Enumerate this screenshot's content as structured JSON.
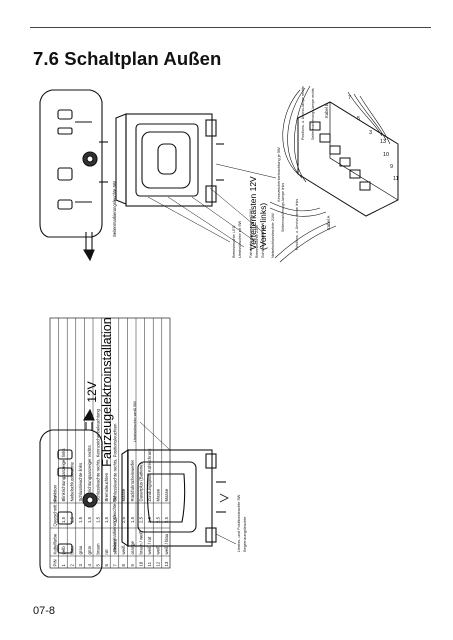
{
  "header": {
    "section_title": "7.6 Schaltplan Außen"
  },
  "footer": {
    "page_number": "07-8"
  },
  "diagram": {
    "center_voltage": "12V",
    "center_title": "Fahrzeugelektroinstallation",
    "box_title_line1": "Verteilerkasten 12V",
    "box_title_line2": "(Vorne links)",
    "labels": {
      "seitenmarkierung_1": "Seitenmarkierungsleuchte 5W",
      "seitenmarkierung_2": "Seitenmarkierungsleuchte 5W",
      "seitenmarkierung_3": "Seitenmarkierungsleuchte 5W",
      "bremsleuchte": "Bremsleuchte LED",
      "umrissleuchte": "Umrissleuchte rot 5W",
      "fahrtrichtung": "Fahrtrichtungsanzeiger 21W",
      "bremsleuchte2": "Bremsleuchte 21W",
      "schlussleuchte": "Schlussleuchte 10W",
      "nebelschluss": "Nebelschlussleuchte 21W",
      "kennzeichen": "Kennzeichenbeleuchtung je 5W",
      "umrissleuchte_weiss": "Umrissleuchte weiß 5W",
      "umriss_positionsleuchte": "Umriss- und Positionsleuchte 5W",
      "begrenzung": "Begrenzungsleuchte",
      "positions_rechts": "Positions- u. Umriss-lampe rechts",
      "seitenmarkierung_rechts": "Seitenmarkierungs-lampe rechts",
      "seitenmarkierung_links": "Seitenmarkierungs-lampe links",
      "positions_links": "Positions- u. Umriss-lampe links",
      "kabel_b": "Kabel B",
      "kabel_a": "Kabel A"
    },
    "box_numbers": [
      "7",
      "5",
      "3",
      "13",
      "10",
      "9",
      "11"
    ]
  },
  "table": {
    "headers": [
      "PIN",
      "Kabelfarbe",
      "Querschnitt mm²",
      "Funktion"
    ],
    "rows": [
      [
        "1",
        "gelb",
        "1,5",
        "Blinkrichtungsanzeiger links"
      ],
      [
        "2",
        "blau",
        "1,5",
        "Nebelschlussleuchte"
      ],
      [
        "3",
        "grau",
        "1,5",
        "Schlussleuchte links"
      ],
      [
        "4",
        "grün",
        "1,5",
        "Blinkrichtungsanzeiger rechts"
      ],
      [
        "5",
        "braun",
        "1,5",
        "Schlussleuchte rechts, Kennzeichenbeleuchtung"
      ],
      [
        "6",
        "rot",
        "1,5",
        "Bremsleuchten"
      ],
      [
        "7",
        "schwarz",
        "1,5",
        "Schlussleuchte rechts, Positionsleuchten"
      ],
      [
        "8",
        "weiß",
        "2,5",
        "Masse"
      ],
      [
        "9",
        "orange",
        "1,5",
        "Rückfahrscheinwerfer"
      ],
      [
        "10",
        "braun / weiß",
        "2,5",
        "Dauerplus (Batterie)"
      ],
      [
        "11",
        "weiß / rot",
        "2,5",
        "Zündungsplus, Kühlschrank"
      ],
      [
        "12",
        "weiß",
        "2,5",
        "Masse"
      ],
      [
        "13",
        "weiß / blau",
        "2,5",
        "Masse"
      ]
    ]
  }
}
